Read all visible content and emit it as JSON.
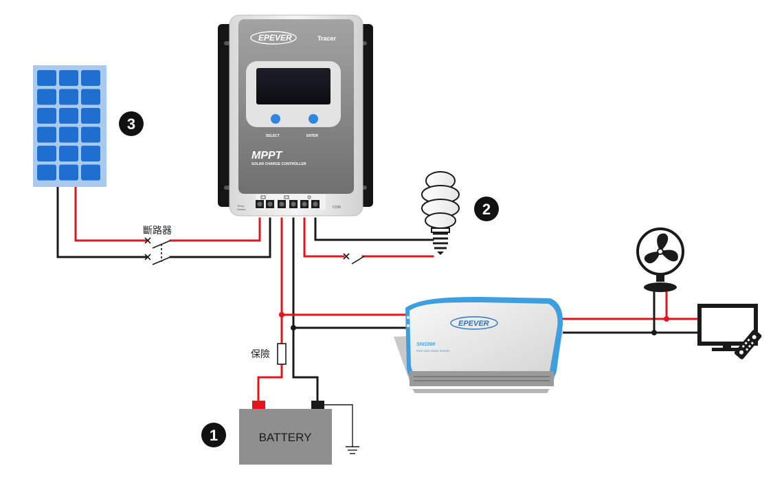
{
  "controller": {
    "brand": "EPEVER",
    "model": "Tracer",
    "mppt": "MPPT",
    "subtitle": "SOLAR CHARGE CONTROLLER",
    "select_label": "SELECT",
    "enter_label": "ENTER",
    "temp_label_1": "Temp.",
    "temp_label_2": "Sensor",
    "com_label": "COM"
  },
  "inverter": {
    "brand": "EPEVER",
    "model": "SHI1000",
    "subtitle": "Pure Sine Wave Inverter"
  },
  "labels": {
    "breaker": "斷路器",
    "fuse": "保險",
    "battery": "BATTERY"
  },
  "markers": {
    "battery": "1",
    "load": "2",
    "panel": "3"
  },
  "colors": {
    "positive_wire": "#e3141b",
    "negative_wire": "#1a1a1a",
    "panel_cell": "#1f6fd1",
    "panel_frame": "#a9c9ef",
    "controller_body": "#8a8a8a",
    "inverter_trim": "#3d9ee0",
    "battery_body": "#8f8f8f"
  }
}
